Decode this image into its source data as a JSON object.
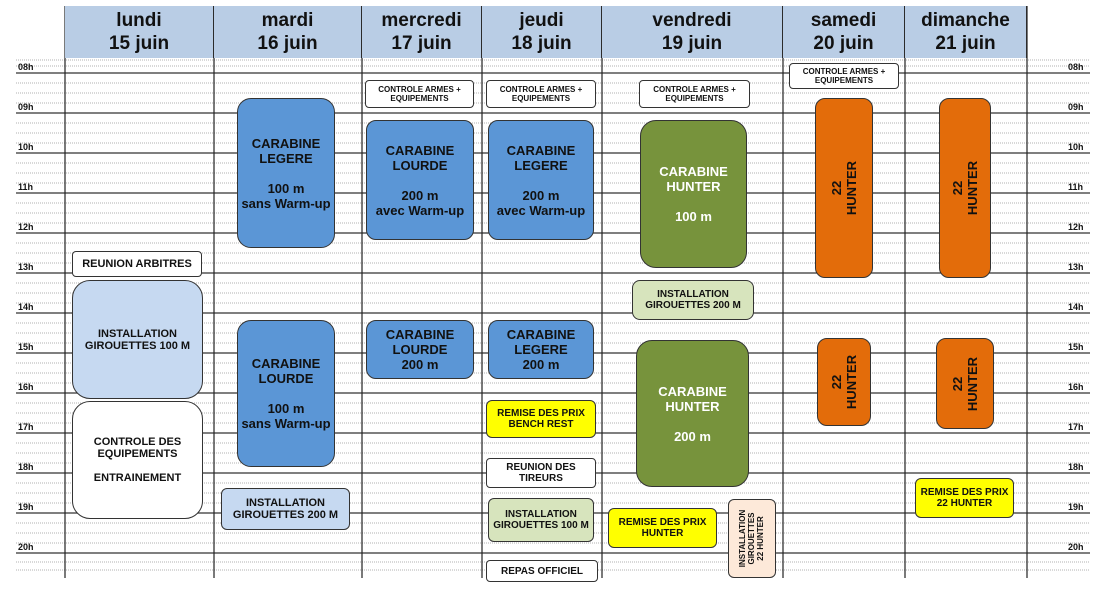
{
  "days": [
    {
      "day": "lundi",
      "date": "15 juin"
    },
    {
      "day": "mardi",
      "date": "16 juin"
    },
    {
      "day": "mercredi",
      "date": "17 juin"
    },
    {
      "day": "jeudi",
      "date": "18 juin"
    },
    {
      "day": "vendredi",
      "date": "19 juin"
    },
    {
      "day": "samedi",
      "date": "20 juin"
    },
    {
      "day": "dimanche",
      "date": "21 juin"
    }
  ],
  "hours": [
    "08h",
    "09h",
    "10h",
    "11h",
    "12h",
    "13h",
    "14h",
    "15h",
    "16h",
    "17h",
    "18h",
    "19h",
    "20h"
  ],
  "colors": {
    "header": "#b9cde5",
    "blue": "#5b96d6",
    "green": "#77933c",
    "orange": "#e36c0a",
    "pale_blue": "#c6d9f1",
    "pale_green": "#d7e4bd",
    "yellow": "#ffff00",
    "peach": "#fde9d9"
  },
  "events": {
    "lundi_reunion": "REUNION ARBITRES",
    "lundi_install": "INSTALLATION\nGIROUETTES 100 M",
    "lundi_controle": "CONTROLE DES\nEQUIPEMENTS\n\nENTRAINEMENT",
    "mardi_carabine1": "CARABINE\nLEGERE\n\n100 m\nsans Warm-up",
    "mardi_carabine2": "CARABINE\nLOURDE\n\n100 m\nsans Warm-up",
    "mardi_install": "INSTALLATION\nGIROUETTES 200 M",
    "mercredi_controle": "CONTROLE ARMES +\nEQUIPEMENTS",
    "mercredi_carabine1": "CARABINE\nLOURDE\n\n200 m\navec Warm-up",
    "mercredi_carabine2": "CARABINE\nLOURDE\n200 m",
    "jeudi_controle": "CONTROLE ARMES +\nEQUIPEMENTS",
    "jeudi_carabine1": "CARABINE\nLEGERE\n\n200 m\navec Warm-up",
    "jeudi_carabine2": "CARABINE\nLEGERE\n200 m",
    "jeudi_remise": "REMISE DES PRIX\nBENCH REST",
    "jeudi_reunion": "REUNION DES\nTIREURS",
    "jeudi_install": "INSTALLATION\nGIROUETTES 100 M",
    "jeudi_repas": "REPAS OFFICIEL",
    "vendredi_controle": "CONTROLE ARMES +\nEQUIPEMENTS",
    "vendredi_hunter1": "CARABINE\nHUNTER\n\n100 m",
    "vendredi_install": "INSTALLATION\nGIROUETTES 200 M",
    "vendredi_hunter2": "CARABINE\nHUNTER\n\n200 m",
    "vendredi_remise": "REMISE DES PRIX\nHUNTER",
    "vendredi_install22": "INSTALLATION\nGIROUETTES\n22 HUNTER",
    "samedi_controle": "CONTROLE ARMES +\nEQUIPEMENTS",
    "samedi_hunter1": "22 HUNTER",
    "samedi_hunter2": "22 HUNTER",
    "dimanche_hunter1": "22 HUNTER",
    "dimanche_hunter2": "22 HUNTER",
    "dimanche_remise": "REMISE DES PRIX\n22 HUNTER"
  }
}
